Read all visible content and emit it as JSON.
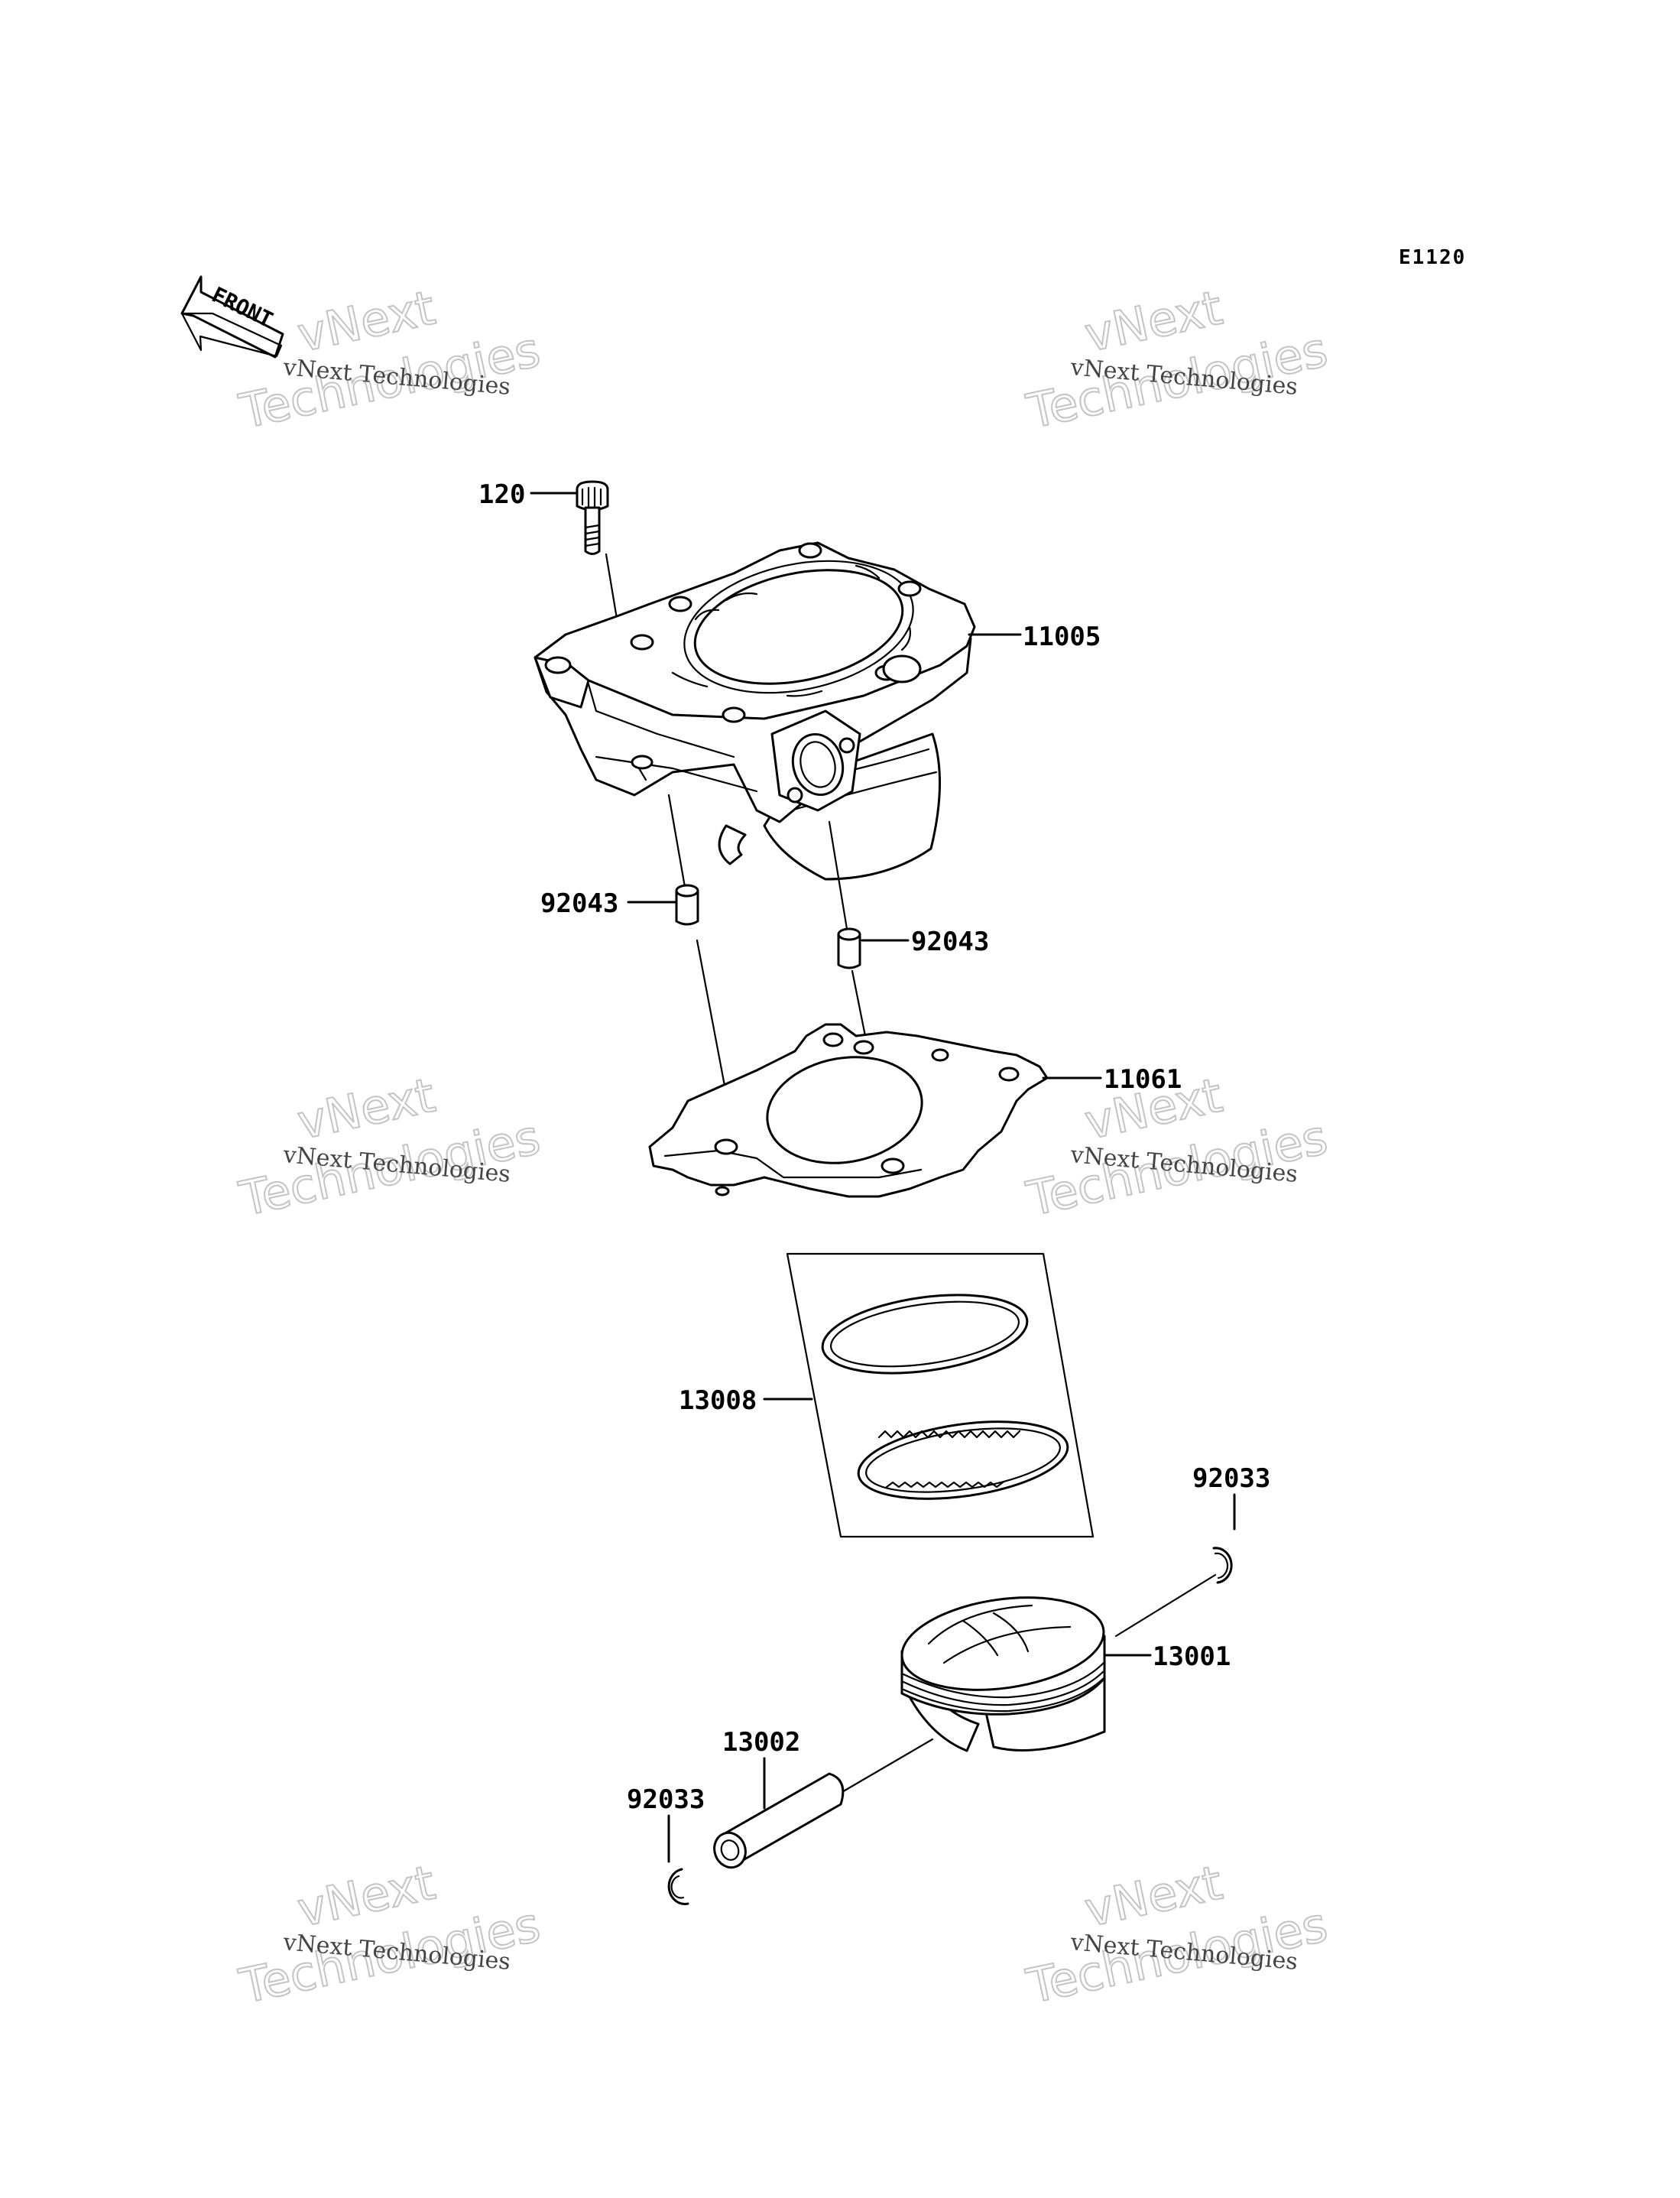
{
  "diagram_code": "E1120",
  "front_label": "FRONT",
  "watermark": {
    "line_small": "vNext Technologies",
    "line_big_1": "vNext",
    "line_big_2": "Technologies"
  },
  "parts": [
    {
      "number": "120",
      "part": "bolt"
    },
    {
      "number": "11005",
      "part": "cylinder"
    },
    {
      "number": "92043",
      "part": "dowel-pin-left"
    },
    {
      "number": "92043",
      "part": "dowel-pin-right"
    },
    {
      "number": "11061",
      "part": "cylinder-base-gasket"
    },
    {
      "number": "13008",
      "part": "piston-ring-set"
    },
    {
      "number": "92033",
      "part": "snap-ring-upper"
    },
    {
      "number": "13001",
      "part": "piston"
    },
    {
      "number": "13002",
      "part": "piston-pin"
    },
    {
      "number": "92033",
      "part": "snap-ring-lower"
    }
  ]
}
